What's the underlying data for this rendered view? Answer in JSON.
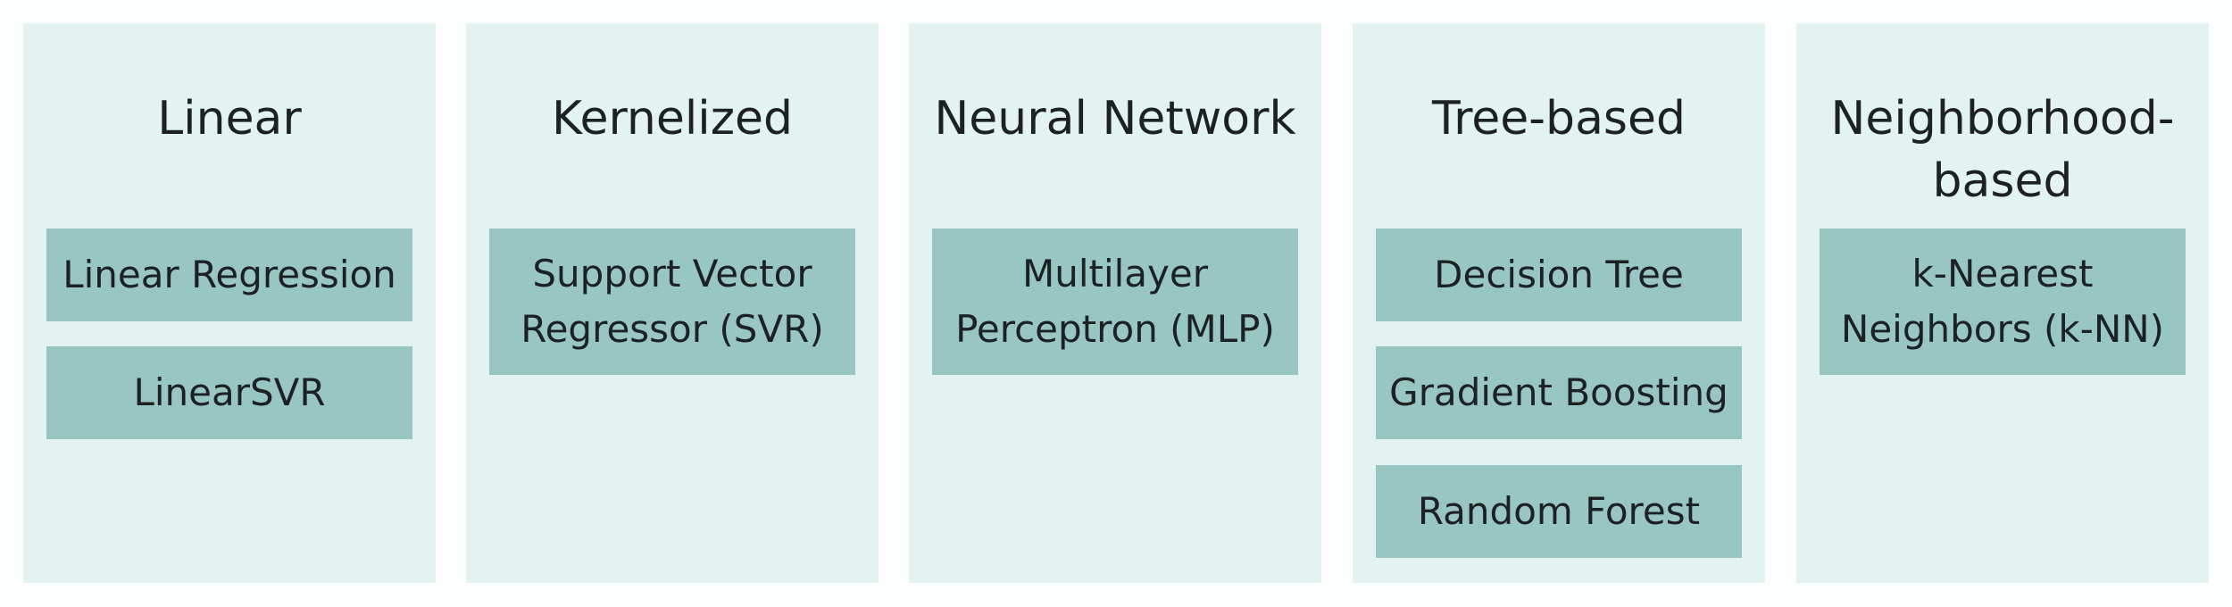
{
  "columns": [
    {
      "title": "Linear",
      "models": [
        "Linear Regression",
        "LinearSVR"
      ]
    },
    {
      "title": "Kernelized",
      "models": [
        "Support Vector\nRegressor (SVR)"
      ]
    },
    {
      "title": "Neural Network",
      "models": [
        "Multilayer\nPerceptron (MLP)"
      ]
    },
    {
      "title": "Tree-based",
      "models": [
        "Decision Tree",
        "Gradient Boosting",
        "Random Forest"
      ]
    },
    {
      "title": "Neighborhood-\nbased",
      "models": [
        "k-Nearest\nNeighbors (k-NN)"
      ]
    }
  ],
  "colors": {
    "background": "#fdfefe",
    "column_fill": "#e2f3f2",
    "box_fill": "#97c6c3",
    "text": "#1e2124"
  }
}
